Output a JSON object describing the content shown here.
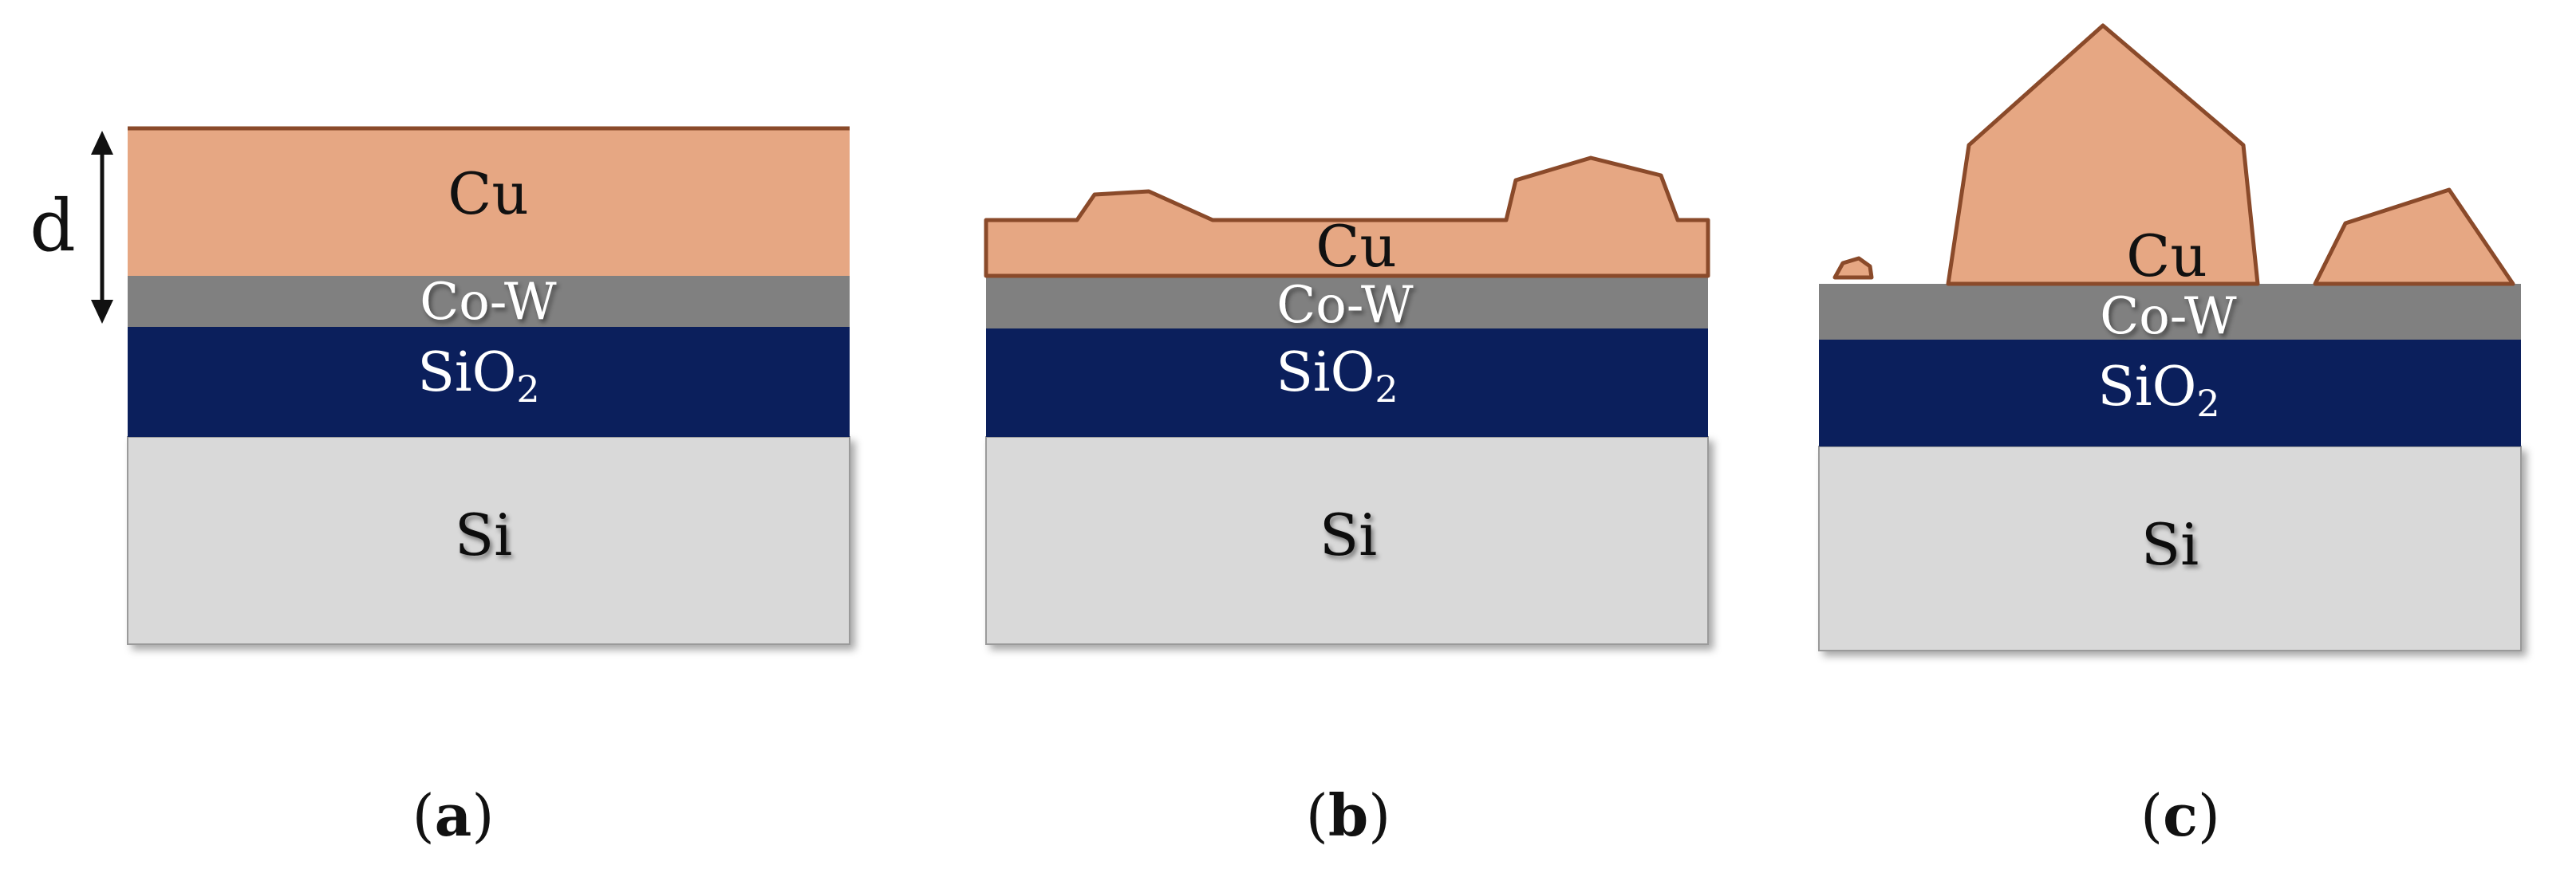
{
  "colors": {
    "cu": "#e6a783",
    "cu_outline": "#8a4a2a",
    "cow": "#808080",
    "sio2": "#0b1f5c",
    "si": "#d9d9d9",
    "si_outline": "#9a9a9a",
    "text_dark": "#111111",
    "text_light": "#ffffff"
  },
  "dimension": {
    "label": "d"
  },
  "layers": {
    "cu": "Cu",
    "cow": "Co-W",
    "sio2_base": "SiO",
    "sio2_sub": "2",
    "si": "Si"
  },
  "panels": [
    {
      "id": "a",
      "caption_open": "(",
      "caption_letter": "a",
      "caption_close": ")"
    },
    {
      "id": "b",
      "caption_open": "(",
      "caption_letter": "b",
      "caption_close": ")"
    },
    {
      "id": "c",
      "caption_open": "(",
      "caption_letter": "c",
      "caption_close": ")"
    }
  ]
}
